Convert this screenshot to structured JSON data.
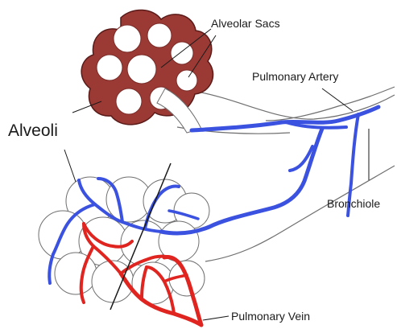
{
  "labels": {
    "alveolar_sacs": "Alveolar Sacs",
    "pulmonary_artery": "Pulmonary Artery",
    "alveoli": "Alveoli",
    "bronchiole": "Bronchiole",
    "pulmonary_vein": "Pulmonary Vein"
  },
  "colors": {
    "sac_fill": "#9b3a35",
    "sac_stroke": "#5a1a18",
    "artery": "#3b52e0",
    "vein": "#e0241f",
    "outline": "#6f6f6f",
    "leader": "#1a1a1a"
  }
}
